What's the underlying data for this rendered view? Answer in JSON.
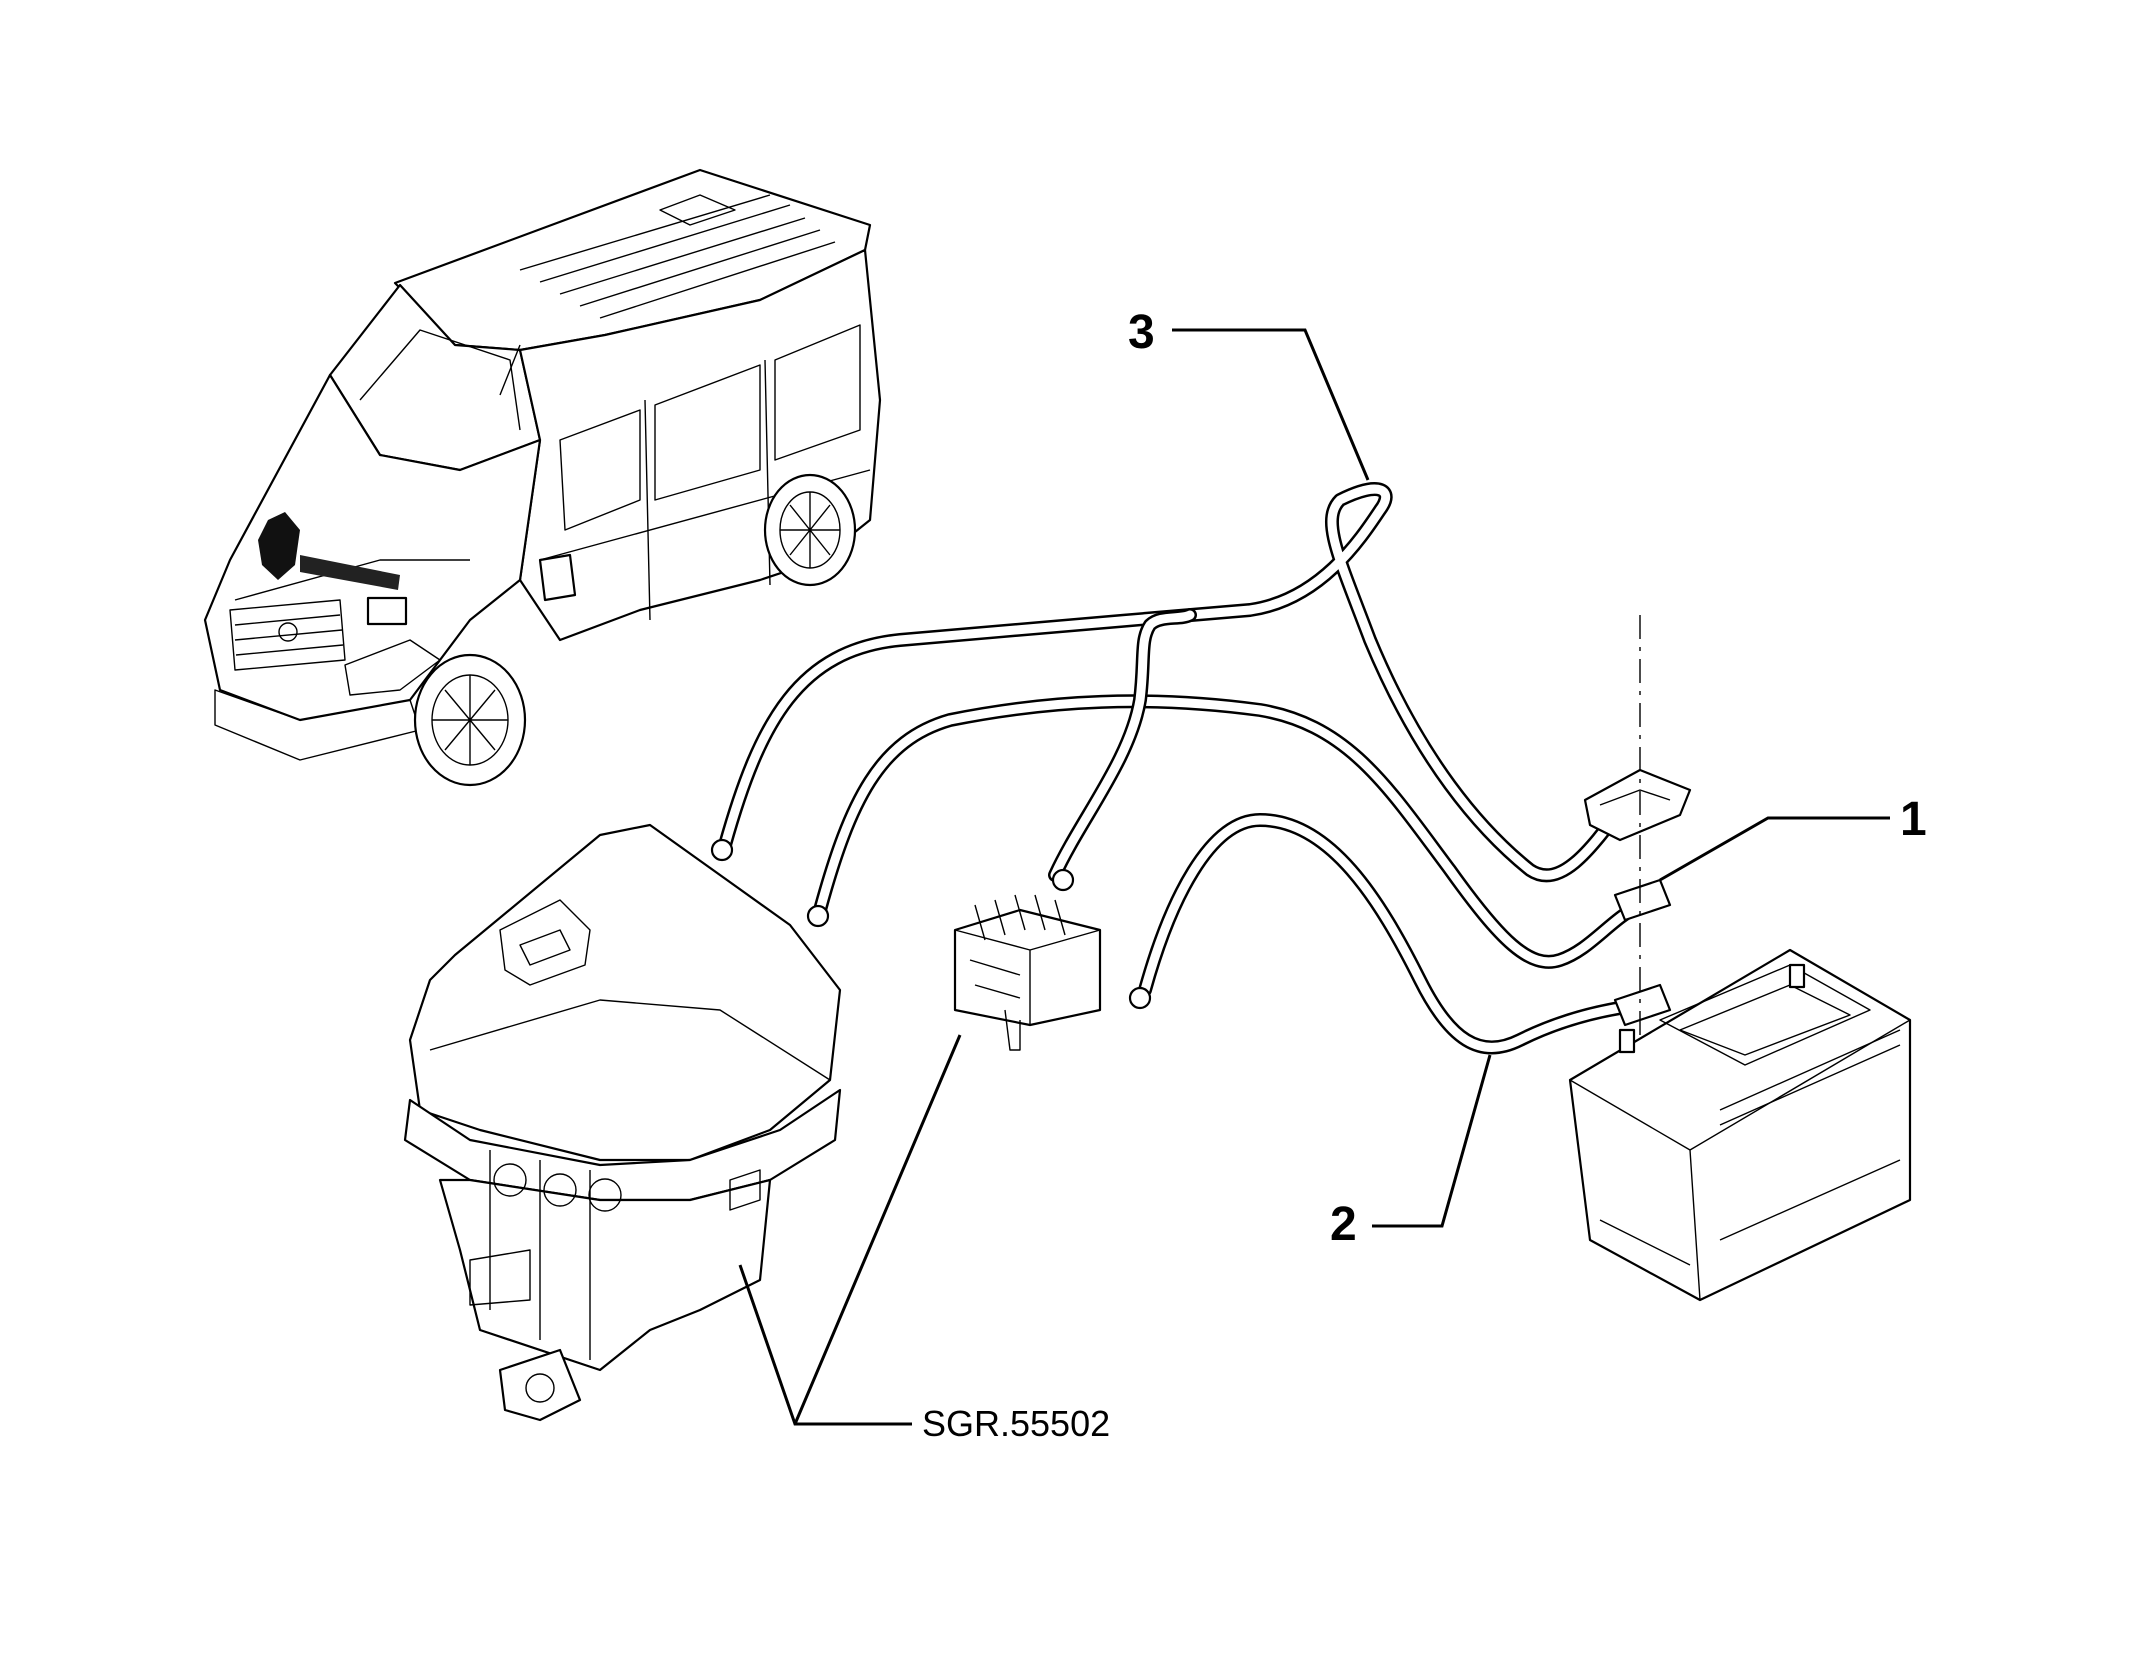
{
  "callouts": {
    "item_1": "1",
    "item_2": "2",
    "item_3": "3"
  },
  "reference": "SGR.55502"
}
